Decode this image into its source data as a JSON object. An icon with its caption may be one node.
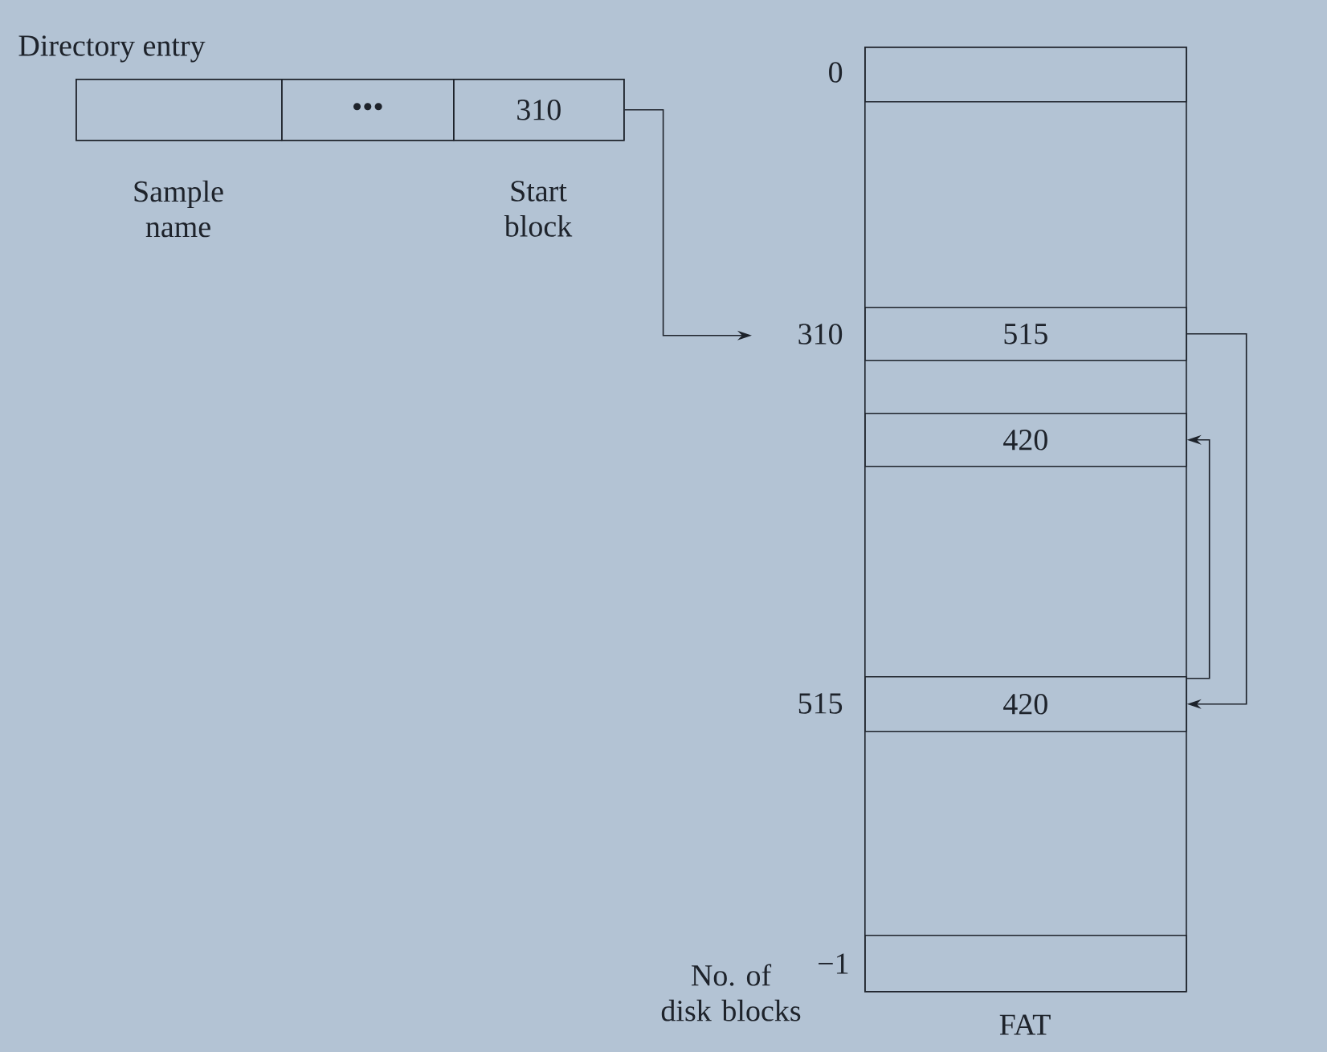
{
  "diagram": {
    "nodes": [
      {
        "text": [
          "Directory entry"
        ]
      },
      {
        "text": [],
        "shape": "box",
        "in": 0,
        "beside": [
          "Sample name"
        ]
      },
      {
        "text": [
          "•••"
        ],
        "in": 0
      },
      {
        "text": [
          "310"
        ],
        "in": 0,
        "beside": [
          "Start block"
        ]
      },
      {
        "text": [
          "FAT"
        ]
      },
      {
        "text": [],
        "shape": "box",
        "in": 4,
        "beside": [
          "0"
        ]
      },
      {
        "text": [
          "515"
        ],
        "in": 4,
        "beside": [
          "310"
        ]
      },
      {
        "text": [
          "420"
        ],
        "in": 4
      },
      {
        "text": [
          "420"
        ],
        "in": 4,
        "beside": [
          "515"
        ]
      },
      {
        "text": [],
        "shape": "box",
        "in": 4,
        "beside": [
          "No. of disk blocks",
          "−1"
        ]
      }
    ],
    "edges": [
      {
        "from": 3,
        "to": 6,
        "arrow": "to"
      },
      {
        "from": 6,
        "to": 8,
        "arrow": "to"
      },
      {
        "from": 8,
        "to": 7,
        "arrow": "to"
      }
    ]
  }
}
